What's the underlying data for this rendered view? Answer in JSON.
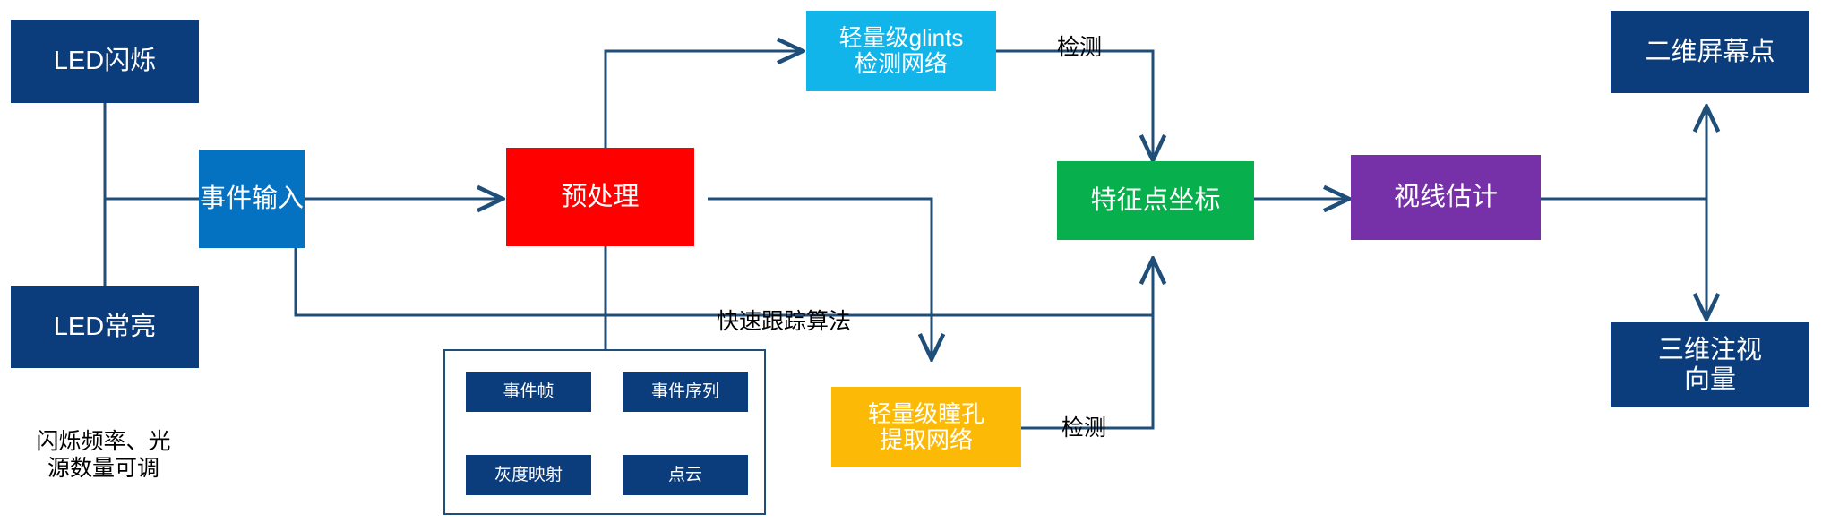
{
  "diagram": {
    "title_colors": {
      "navy": "#0B3C7B",
      "blue": "#0571C1",
      "red": "#FE0000",
      "cyan": "#12B5EA",
      "green": "#08B04D",
      "purple": "#7630A8",
      "amber": "#FCBA07",
      "wire": "#1F4E79",
      "text_dark": "#000000"
    },
    "nodes": {
      "led_blink": "LED闪烁",
      "led_steady": "LED常亮",
      "event_input": "事件输入",
      "preprocess": "预处理",
      "glints_net": "轻量级glints\n检测网络",
      "pupil_net": "轻量级瞳孔\n提取网络",
      "feature_coord": "特征点坐标",
      "gaze_estimation": "视线估计",
      "screen_point_2d": "二维屏幕点",
      "gaze_vector_3d": "三维注视\n向量"
    },
    "representations": {
      "event_frame": "事件帧",
      "event_sequence": "事件序列",
      "gray_mapping": "灰度映射",
      "point_cloud": "点云"
    },
    "edge_labels": {
      "detect_top": "检测",
      "detect_bottom": "检测",
      "fast_tracking": "快速跟踪算法"
    },
    "captions": {
      "led_caption": "闪烁频率、光\n源数量可调"
    }
  }
}
